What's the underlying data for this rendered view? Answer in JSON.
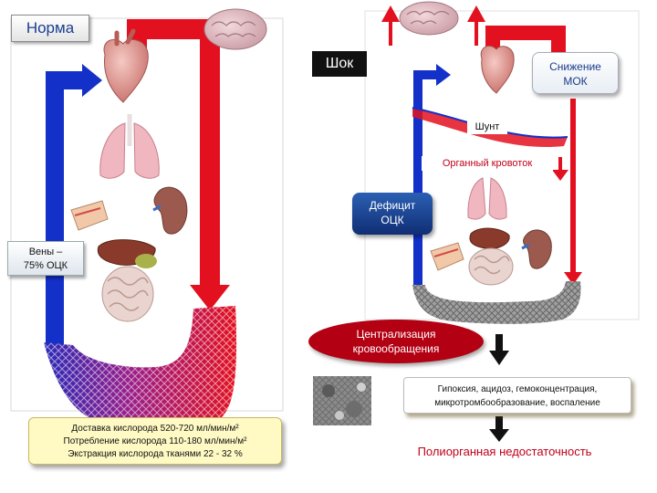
{
  "labels": {
    "norma": "Норма",
    "shock": "Шок",
    "mok": [
      "Снижение",
      "МОК"
    ],
    "shunt": "Шунт",
    "organ_blood_flow": "Органный кровоток",
    "deficit": [
      "Дефицит",
      "ОЦК"
    ],
    "veins": [
      "Вены –",
      "75% ОЦК"
    ],
    "centralization": [
      "Централизация",
      "кровообращения"
    ],
    "hypoxia": [
      "Гипоксия, ацидоз, гемоконцентрация,",
      "микротромбообразование, воспаление"
    ],
    "oxygen": [
      "Доставка кислорода 520-720 мл/мин/м²",
      "Потребление кислорода 110-180 мл/мин/м²",
      "Экстракция кислорода тканями 22 - 32 %"
    ],
    "failure": "Полиорганная недостаточность"
  },
  "colors": {
    "arterial": "#e3101f",
    "venous": "#1330c8",
    "shock_box": "#111111",
    "deficit_box": "#1a3f93",
    "centralization": "#b30012",
    "oxygen_box": "#fff9c4",
    "failure_text": "#c0001a"
  },
  "icons": [
    "brain-icon",
    "heart-icon",
    "lungs-icon",
    "kidney-icon",
    "liver-icon",
    "intestines-icon",
    "skin-icon",
    "microscopy-image"
  ]
}
